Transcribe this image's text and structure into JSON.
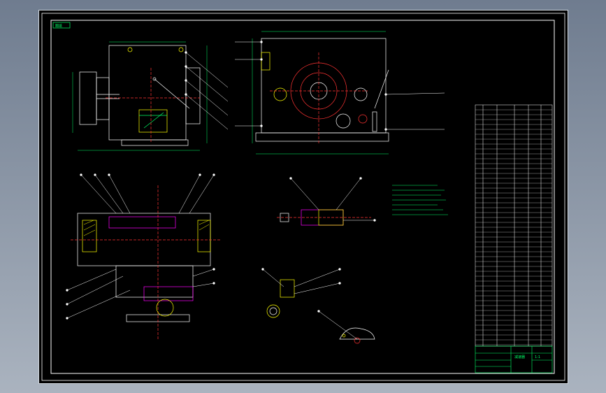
{
  "drawing": {
    "sheet_tag": "图纸",
    "title_block": {
      "name_cell": "减速器",
      "scale_cell": "1:1",
      "drawing_no_cell": "",
      "rev_cell": ""
    },
    "colors": {
      "background": "#000000",
      "frame": "#ffffff",
      "outline": "#ffffff",
      "dimension": "#00ff66",
      "centerline": "#ff3333",
      "hatch": "#ffff00",
      "section": "#ff00ff",
      "leader": "#ffffff",
      "note": "#00ff66"
    }
  }
}
